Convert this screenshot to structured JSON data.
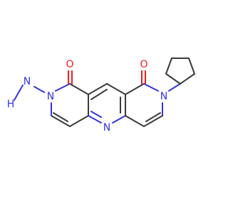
{
  "structure": {
    "atoms": {
      "oxygen_left": "O",
      "oxygen_right": "O",
      "nitrogen_left": "N",
      "nitrogen_right": "N",
      "nitrogen_center": "N",
      "amino_n": "N",
      "amino_h": "H"
    },
    "colors": {
      "bond": "#3a3a3a",
      "nitrogen": "#3333dd",
      "oxygen": "#ee1c1c",
      "background": "#ffffff"
    }
  }
}
